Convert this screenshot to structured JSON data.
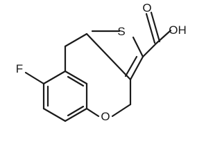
{
  "molecule": {
    "atoms": {
      "sulfur": "S",
      "oxygen_ring": "O",
      "fluorine": "F",
      "carbonyl_oxygen": "O",
      "hydroxyl": "OH"
    },
    "colors": {
      "bond": "#1a1a1a",
      "label": "#1a1a1a",
      "background": "#ffffff"
    }
  }
}
